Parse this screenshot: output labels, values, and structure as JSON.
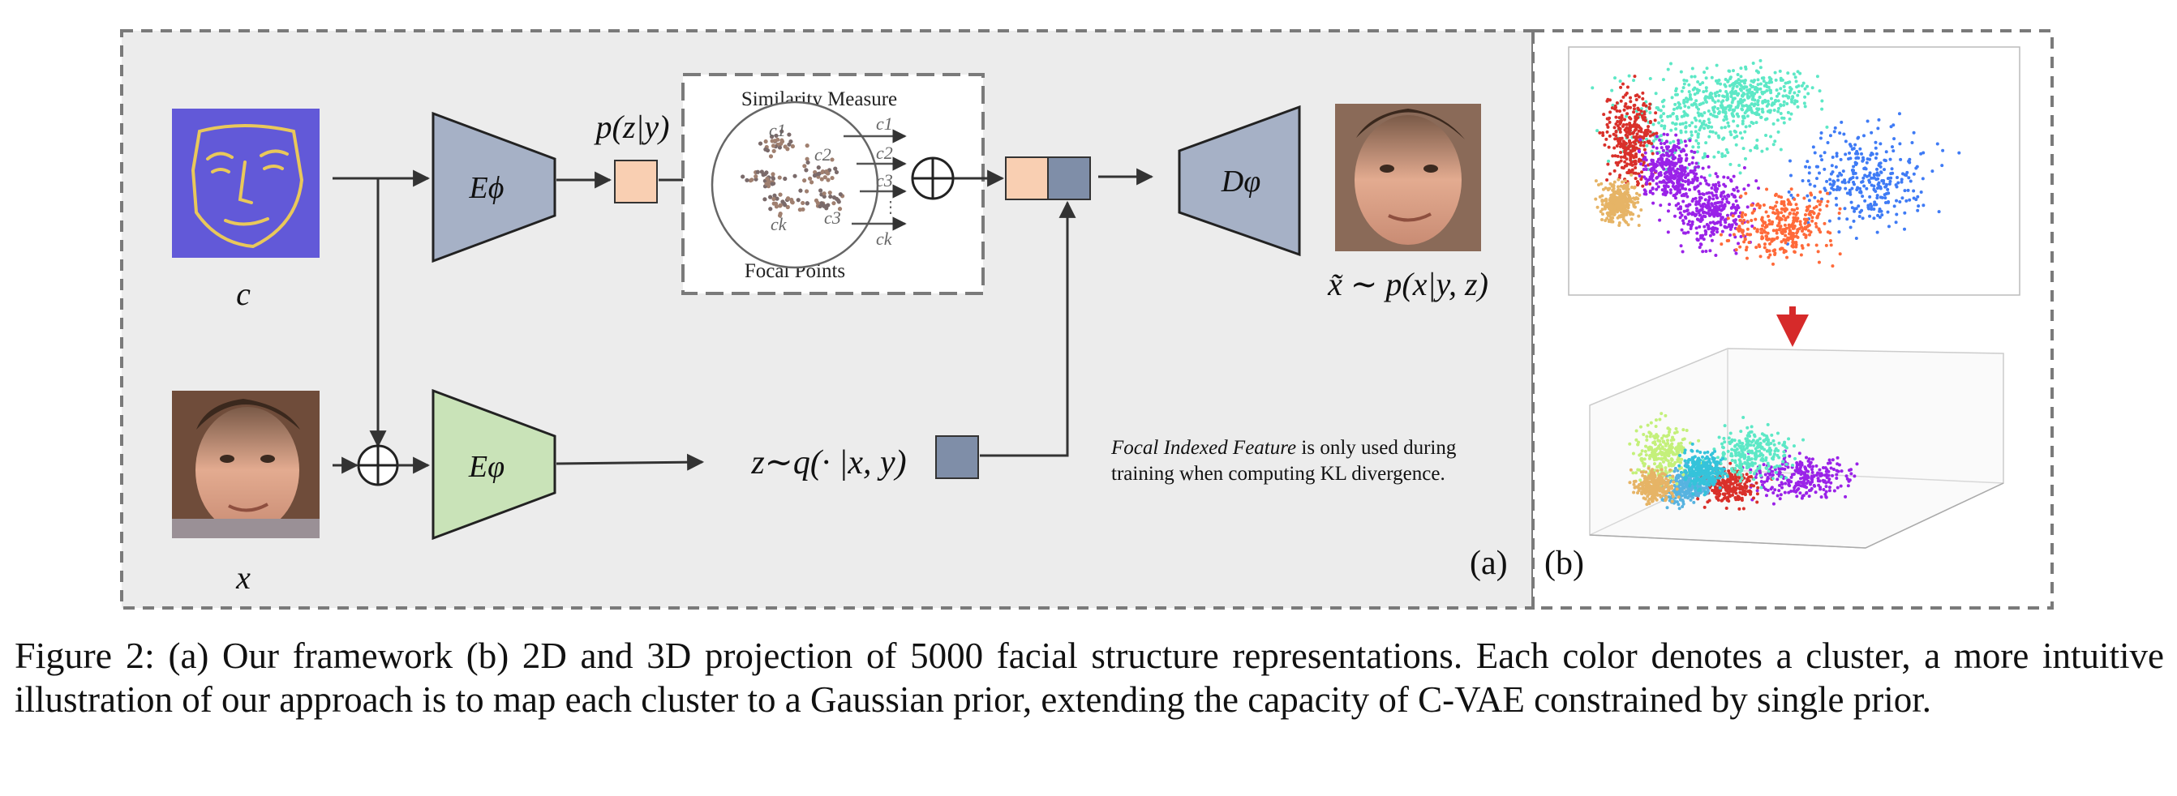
{
  "panel_a": {
    "condition_symbol": "c",
    "input_symbol": "x",
    "encoder_phi": "Eϕ",
    "encoder_varphi": "Eφ",
    "decoder_varphi": "Dφ",
    "prior_label": "p(z|y)",
    "posterior_label": "z∼q(· |x, y)",
    "output_label": "x̃ ∼ p(x|y, z)",
    "similarity_box": {
      "title": "Similarity Measure",
      "footer": "Focal Points",
      "cluster_labels": [
        "c1",
        "c2",
        "c3",
        "ck"
      ],
      "output_labels": [
        "c1",
        "c2",
        "c3",
        "ck"
      ]
    },
    "note": {
      "italic": "Focal Indexed Feature",
      "line1_rest": " is only used during",
      "line2": "training when computing KL divergence."
    },
    "panel_tag": "(a)",
    "colors": {
      "panel_bg": "#ececec",
      "encoder_phi_fill": "#a6b1c6",
      "encoder_varphi_fill": "#c9e3b8",
      "prior_square": "#f9cfb2",
      "posterior_square": "#7f8ea8",
      "sketch_bg": "#6259d8",
      "sketch_line": "#e9c85a"
    }
  },
  "panel_b": {
    "panel_tag": "(b)",
    "cluster_colors": [
      "#3f7bf5",
      "#5de8c6",
      "#9a22e8",
      "#ff6a3a",
      "#d9302a",
      "#e6b466",
      "#57b3e0",
      "#35c3da",
      "#c4f07a"
    ]
  },
  "caption": {
    "label": "Figure 2:",
    "text": " (a) Our framework (b) 2D and 3D projection of 5000 facial structure representations. Each color denotes a cluster, a more intuitive illustration of our approach is to map each cluster to a Gaussian prior, extending the capacity of C-VAE constrained by single prior."
  }
}
